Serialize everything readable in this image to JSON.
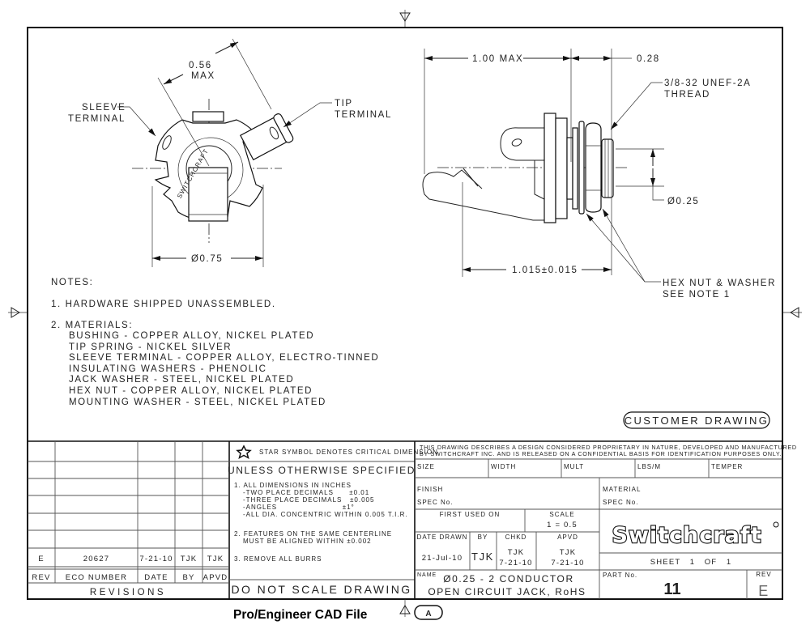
{
  "drawing": {
    "left_view": {
      "dim_width_line1": "0.56",
      "dim_width_line2": "MAX",
      "sleeve_label_1": "SLEEVE",
      "sleeve_label_2": "TERMINAL",
      "tip_label_1": "TIP",
      "tip_label_2": "TERMINAL",
      "dim_diameter": "Ø0.75",
      "body_marking": "SWITCHCRAFT"
    },
    "right_view": {
      "dim_length": "1.00 MAX",
      "dim_bushing": "0.28",
      "thread_label_1": "3/8-32 UNEF-2A",
      "thread_label_2": "THREAD",
      "dim_bore": "Ø0.25",
      "dim_spring": "1.015±0.015",
      "hex_label_1": "HEX NUT & WASHER",
      "hex_label_2": "SEE NOTE 1"
    },
    "notes_title": "NOTES:",
    "notes": [
      "1. HARDWARE SHIPPED UNASSEMBLED.",
      "2. MATERIALS:"
    ],
    "materials": [
      "BUSHING - COPPER ALLOY, NICKEL PLATED",
      "TIP SPRING - NICKEL SILVER",
      "SLEEVE TERMINAL - COPPER ALLOY, ELECTRO-TINNED",
      "INSULATING WASHERS - PHENOLIC",
      "JACK WASHER - STEEL, NICKEL PLATED",
      "HEX NUT - COPPER ALLOY, NICKEL PLATED",
      "MOUNTING WASHER - STEEL, NICKEL PLATED"
    ],
    "customer_drawing": "CUSTOMER DRAWING"
  },
  "revisions": {
    "title": "REVISIONS",
    "headers": [
      "REV",
      "ECO NUMBER",
      "DATE",
      "BY",
      "APVD"
    ],
    "rows": [
      {
        "rev": "E",
        "eco": "20627",
        "date": "7-21-10",
        "by": "TJK",
        "apvd": "TJK"
      }
    ]
  },
  "specs": {
    "star_note": "STAR SYMBOL DENOTES CRITICAL DIMENSION",
    "heading": "UNLESS OTHERWISE SPECIFIED",
    "lines": [
      "1. ALL DIMENSIONS IN INCHES",
      "-TWO PLACE DECIMALS      ±0.01",
      "-THREE PLACE DECIMALS   ±0.005",
      "-ANGLES                         ±1°",
      "-ALL DIA. CONCENTRIC WITHIN 0.005 T.I.R.",
      "2. FEATURES ON THE SAME CENTERLINE",
      "MUST BE ALIGNED WITHIN ±0.002",
      "3. REMOVE ALL BURRS"
    ],
    "do_not_scale": "DO NOT SCALE DRAWING"
  },
  "title_block": {
    "proprietary_1": "THIS DRAWING DESCRIBES A DESIGN CONSIDERED PROPRIETARY IN NATURE, DEVELOPED AND MANUFACTURED",
    "proprietary_2": "BY SWITCHCRAFT INC. AND IS RELEASED ON A CONFIDENTIAL BASIS FOR IDENTIFICATION PURPOSES ONLY.",
    "size": "SIZE",
    "width": "WIDTH",
    "mult": "MULT",
    "lbs_m": "LBS/M",
    "temper": "TEMPER",
    "finish": "FINISH",
    "finish_spec": "SPEC No.",
    "material": "MATERIAL",
    "material_spec": "SPEC No.",
    "first_used_on": "FIRST USED ON",
    "scale_label": "SCALE",
    "scale_value": "1 = 0.5",
    "date_drawn_label": "DATE DRAWN",
    "date_drawn": "21-Jul-10",
    "by_label": "BY",
    "by": "TJK",
    "chkd_label": "CHKD",
    "chkd_by": "TJK",
    "chkd_date": "7-21-10",
    "apvd_label": "APVD",
    "apvd_by": "TJK",
    "apvd_date": "7-21-10",
    "logo": "Switchcraft",
    "sheet": "SHEET   1   OF   1",
    "name_label": "NAME",
    "name_1": "Ø0.25 - 2 CONDUCTOR",
    "name_2": "OPEN CIRCUIT JACK, RoHS",
    "part_label": "PART No.",
    "part_number": "11",
    "rev_label": "REV",
    "rev": "E"
  },
  "footer": {
    "cad_label": "Pro/Engineer CAD File",
    "zone_marker": "A"
  }
}
